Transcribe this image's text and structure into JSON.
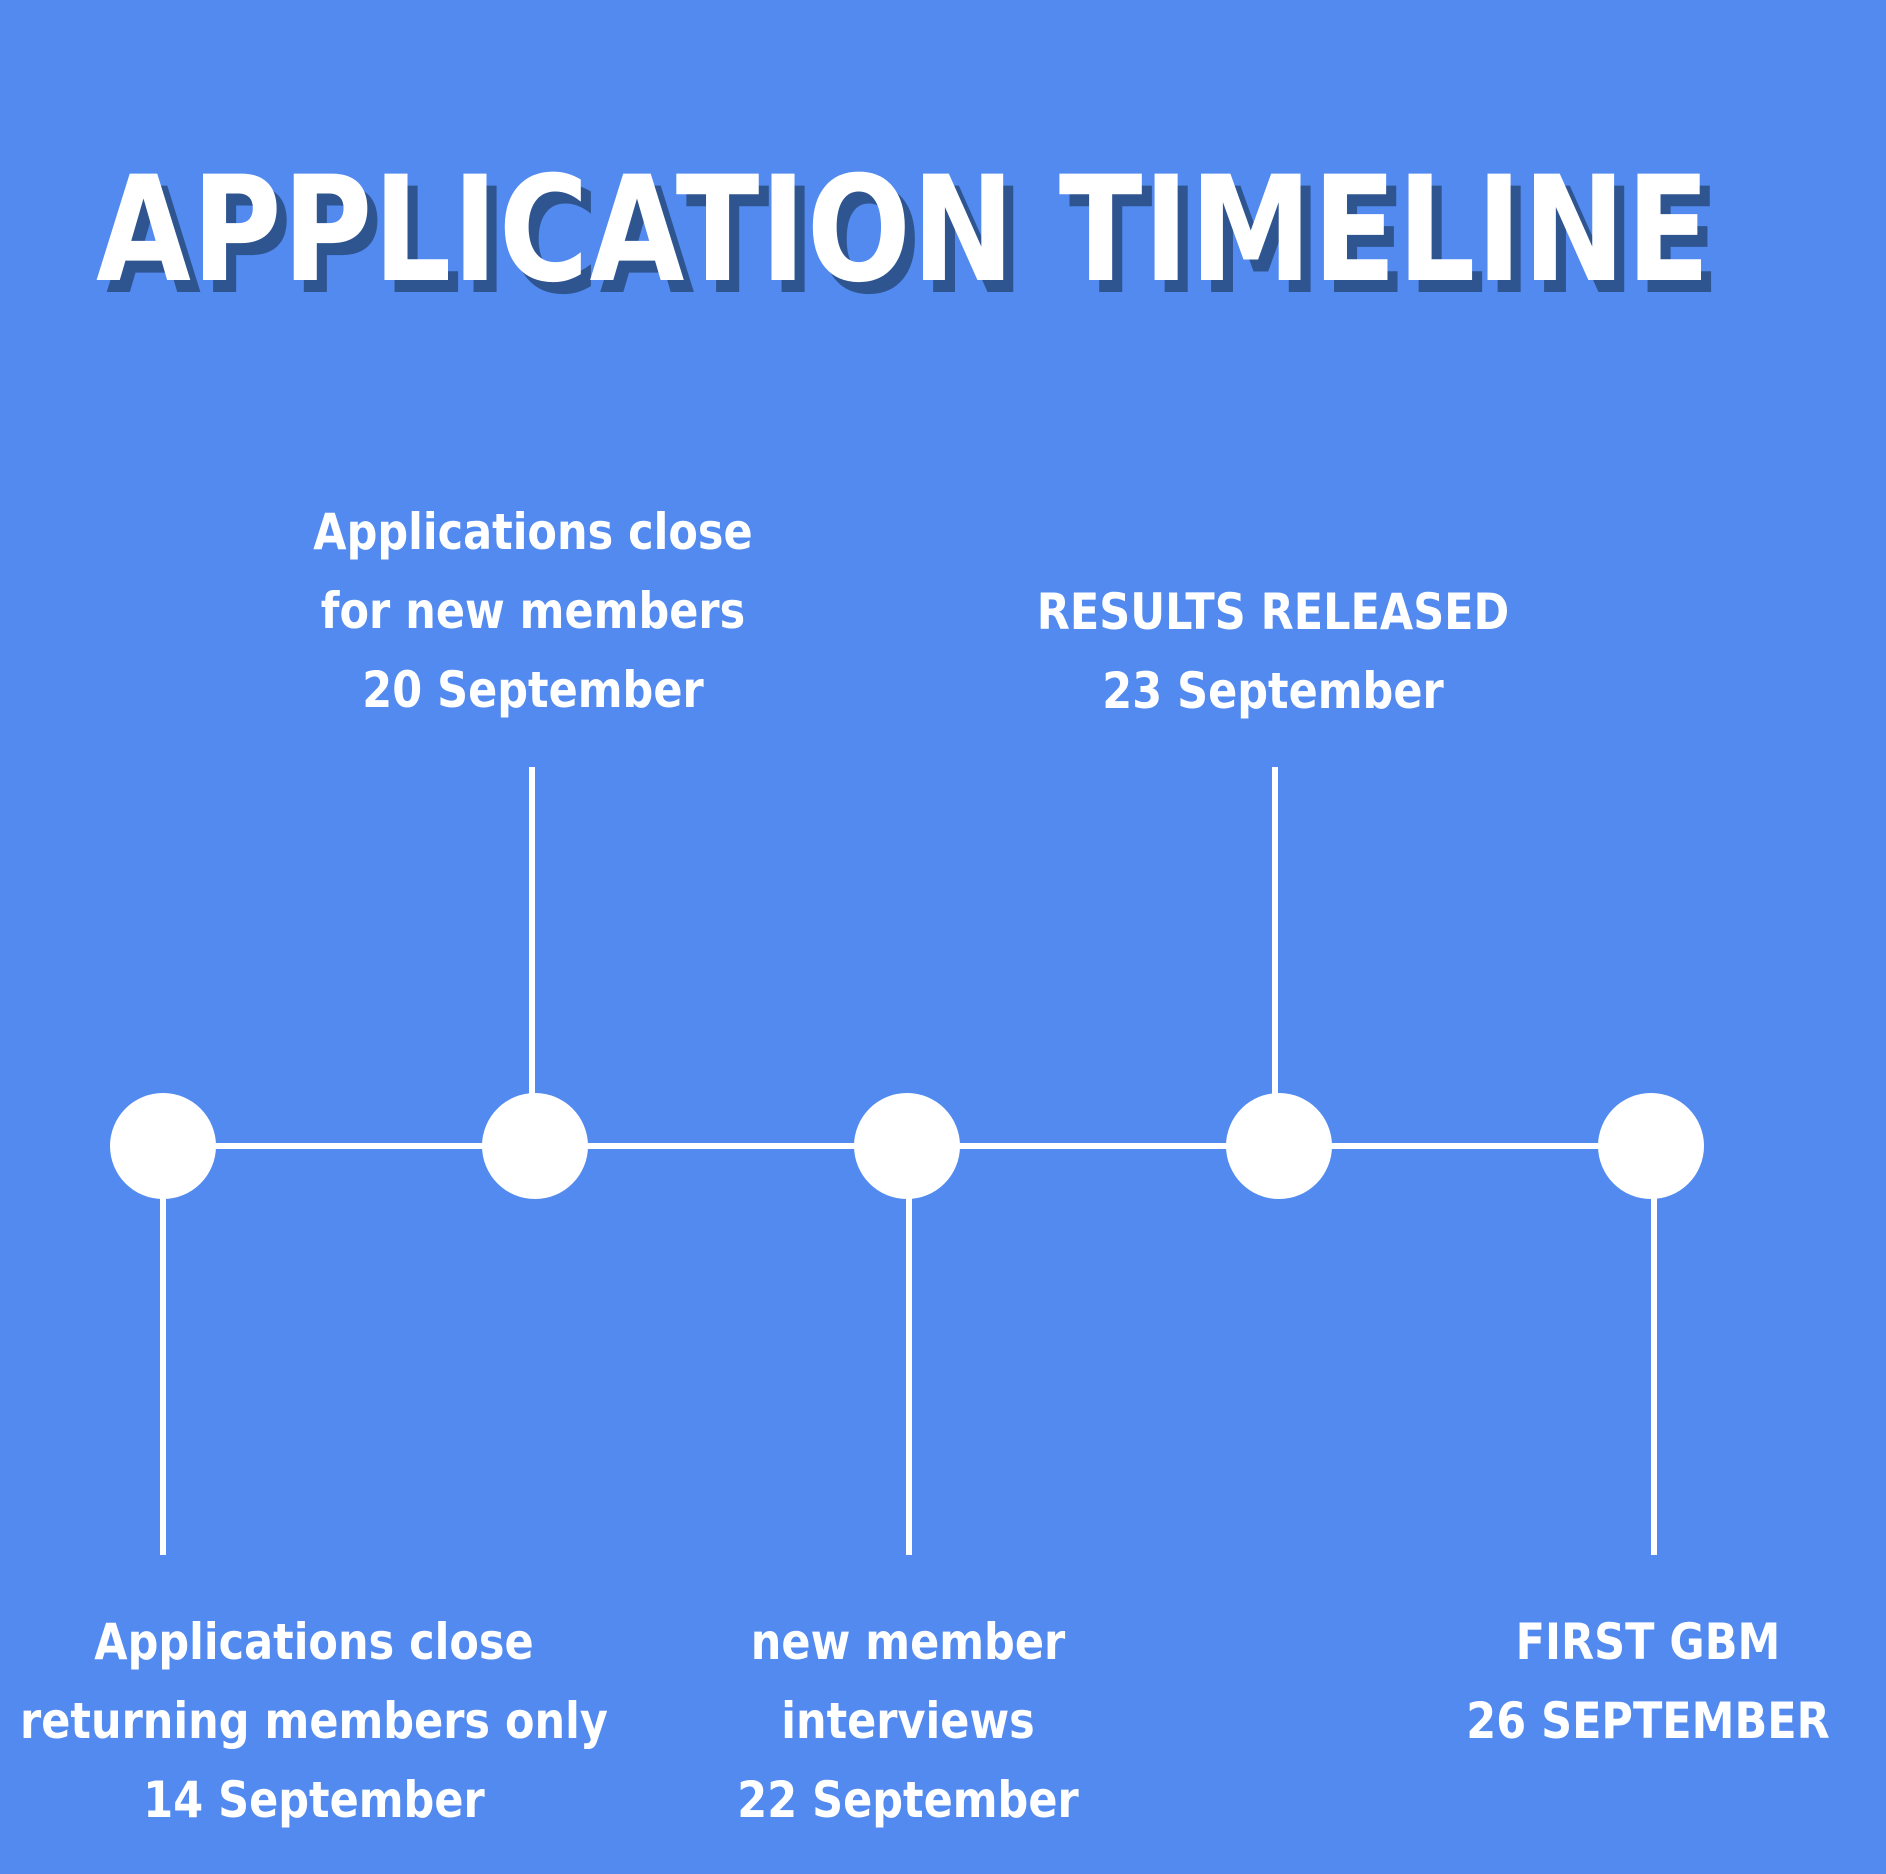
{
  "title": "APPLICATION TIMELINE",
  "colors": {
    "background": "#528af0",
    "foreground": "#ffffff",
    "title_shadow": "#2f5590"
  },
  "milestones": [
    {
      "line1": "Applications close",
      "line2": "returning members only",
      "date": "14 September",
      "position": "below"
    },
    {
      "line1": "Applications close",
      "line2": "for new members",
      "date": "20 September",
      "position": "above"
    },
    {
      "line1": "new member",
      "line2": "interviews",
      "date": "22 September",
      "position": "below"
    },
    {
      "line1": "RESULTS RELEASED",
      "date": "23 September",
      "position": "above"
    },
    {
      "line1": "FIRST GBM",
      "date": "26 SEPTEMBER",
      "position": "below"
    }
  ]
}
